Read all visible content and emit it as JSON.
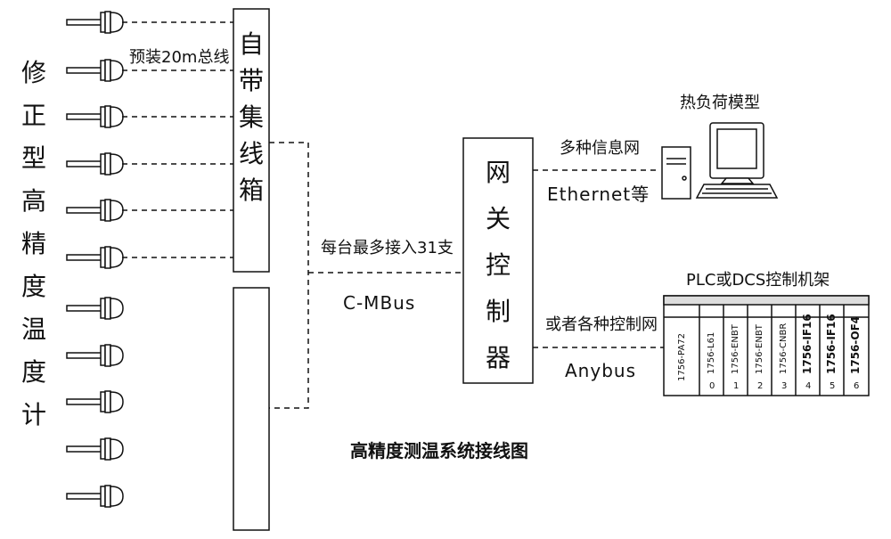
{
  "left_title_chars": [
    "修",
    "正",
    "型",
    "高",
    "精",
    "度",
    "温",
    "度",
    "计"
  ],
  "junction_box_chars": [
    "自",
    "带",
    "集",
    "线",
    "箱"
  ],
  "gateway_chars": [
    "网",
    "关",
    "控",
    "制",
    "器"
  ],
  "labels": {
    "prewire": "预装20m总线",
    "per_unit": "每台最多接入31支",
    "bus": "C-MBus",
    "info_net": "多种信息网",
    "ethernet": "Ethernet等",
    "control_net": "或者各种控制网",
    "anybus": "Anybus",
    "thermal_model": "热负荷模型",
    "plc_rack": "PLC或DCS控制机架",
    "caption": "高精度测温系统接线图"
  },
  "rack_modules": [
    {
      "name": "1756-PA72",
      "slot": ""
    },
    {
      "name": "1756-L61",
      "slot": "0"
    },
    {
      "name": "1756-ENBT",
      "slot": "1"
    },
    {
      "name": "1756-ENBT",
      "slot": "2"
    },
    {
      "name": "1756-CNBR",
      "slot": "3"
    },
    {
      "name": "1756-IF16",
      "slot": "4"
    },
    {
      "name": "1756-IF16",
      "slot": "5"
    },
    {
      "name": "1756-OF4",
      "slot": "6"
    }
  ]
}
